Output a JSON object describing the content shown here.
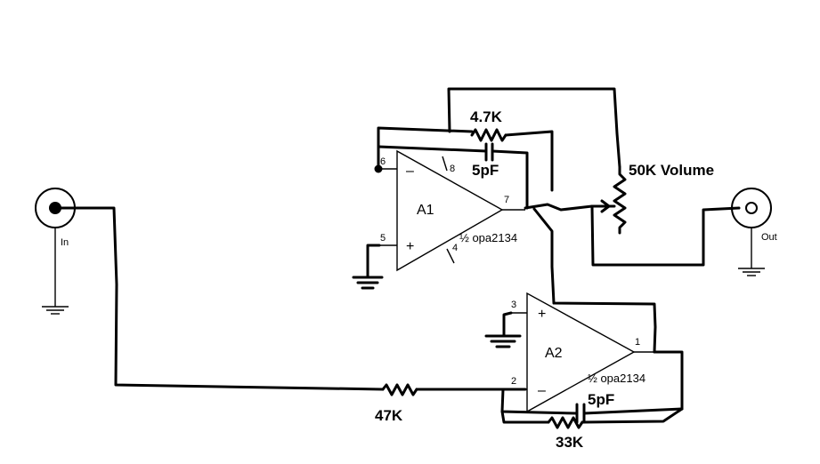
{
  "connectors": {
    "input": "In",
    "output": "Out"
  },
  "amplifiers": {
    "a1": {
      "name": "A1",
      "part": "½ opa2134",
      "pin_inverting": "6",
      "pin_noninverting": "5",
      "pin_output": "7",
      "pin_power_top": "8",
      "pin_power_bottom": "4",
      "sign_inverting": "–",
      "sign_noninverting": "+"
    },
    "a2": {
      "name": "A2",
      "part": "½ opa2134",
      "pin_noninverting": "3",
      "pin_inverting": "2",
      "pin_output": "1",
      "sign_inverting": "–",
      "sign_noninverting": "+"
    }
  },
  "components": {
    "r_feedback_a1": "4.7K",
    "c_feedback_a1": "5pF",
    "pot_volume": "50K Volume",
    "r_input": "47K",
    "c_feedback_a2": "5pF",
    "r_feedback_a2": "33K"
  }
}
